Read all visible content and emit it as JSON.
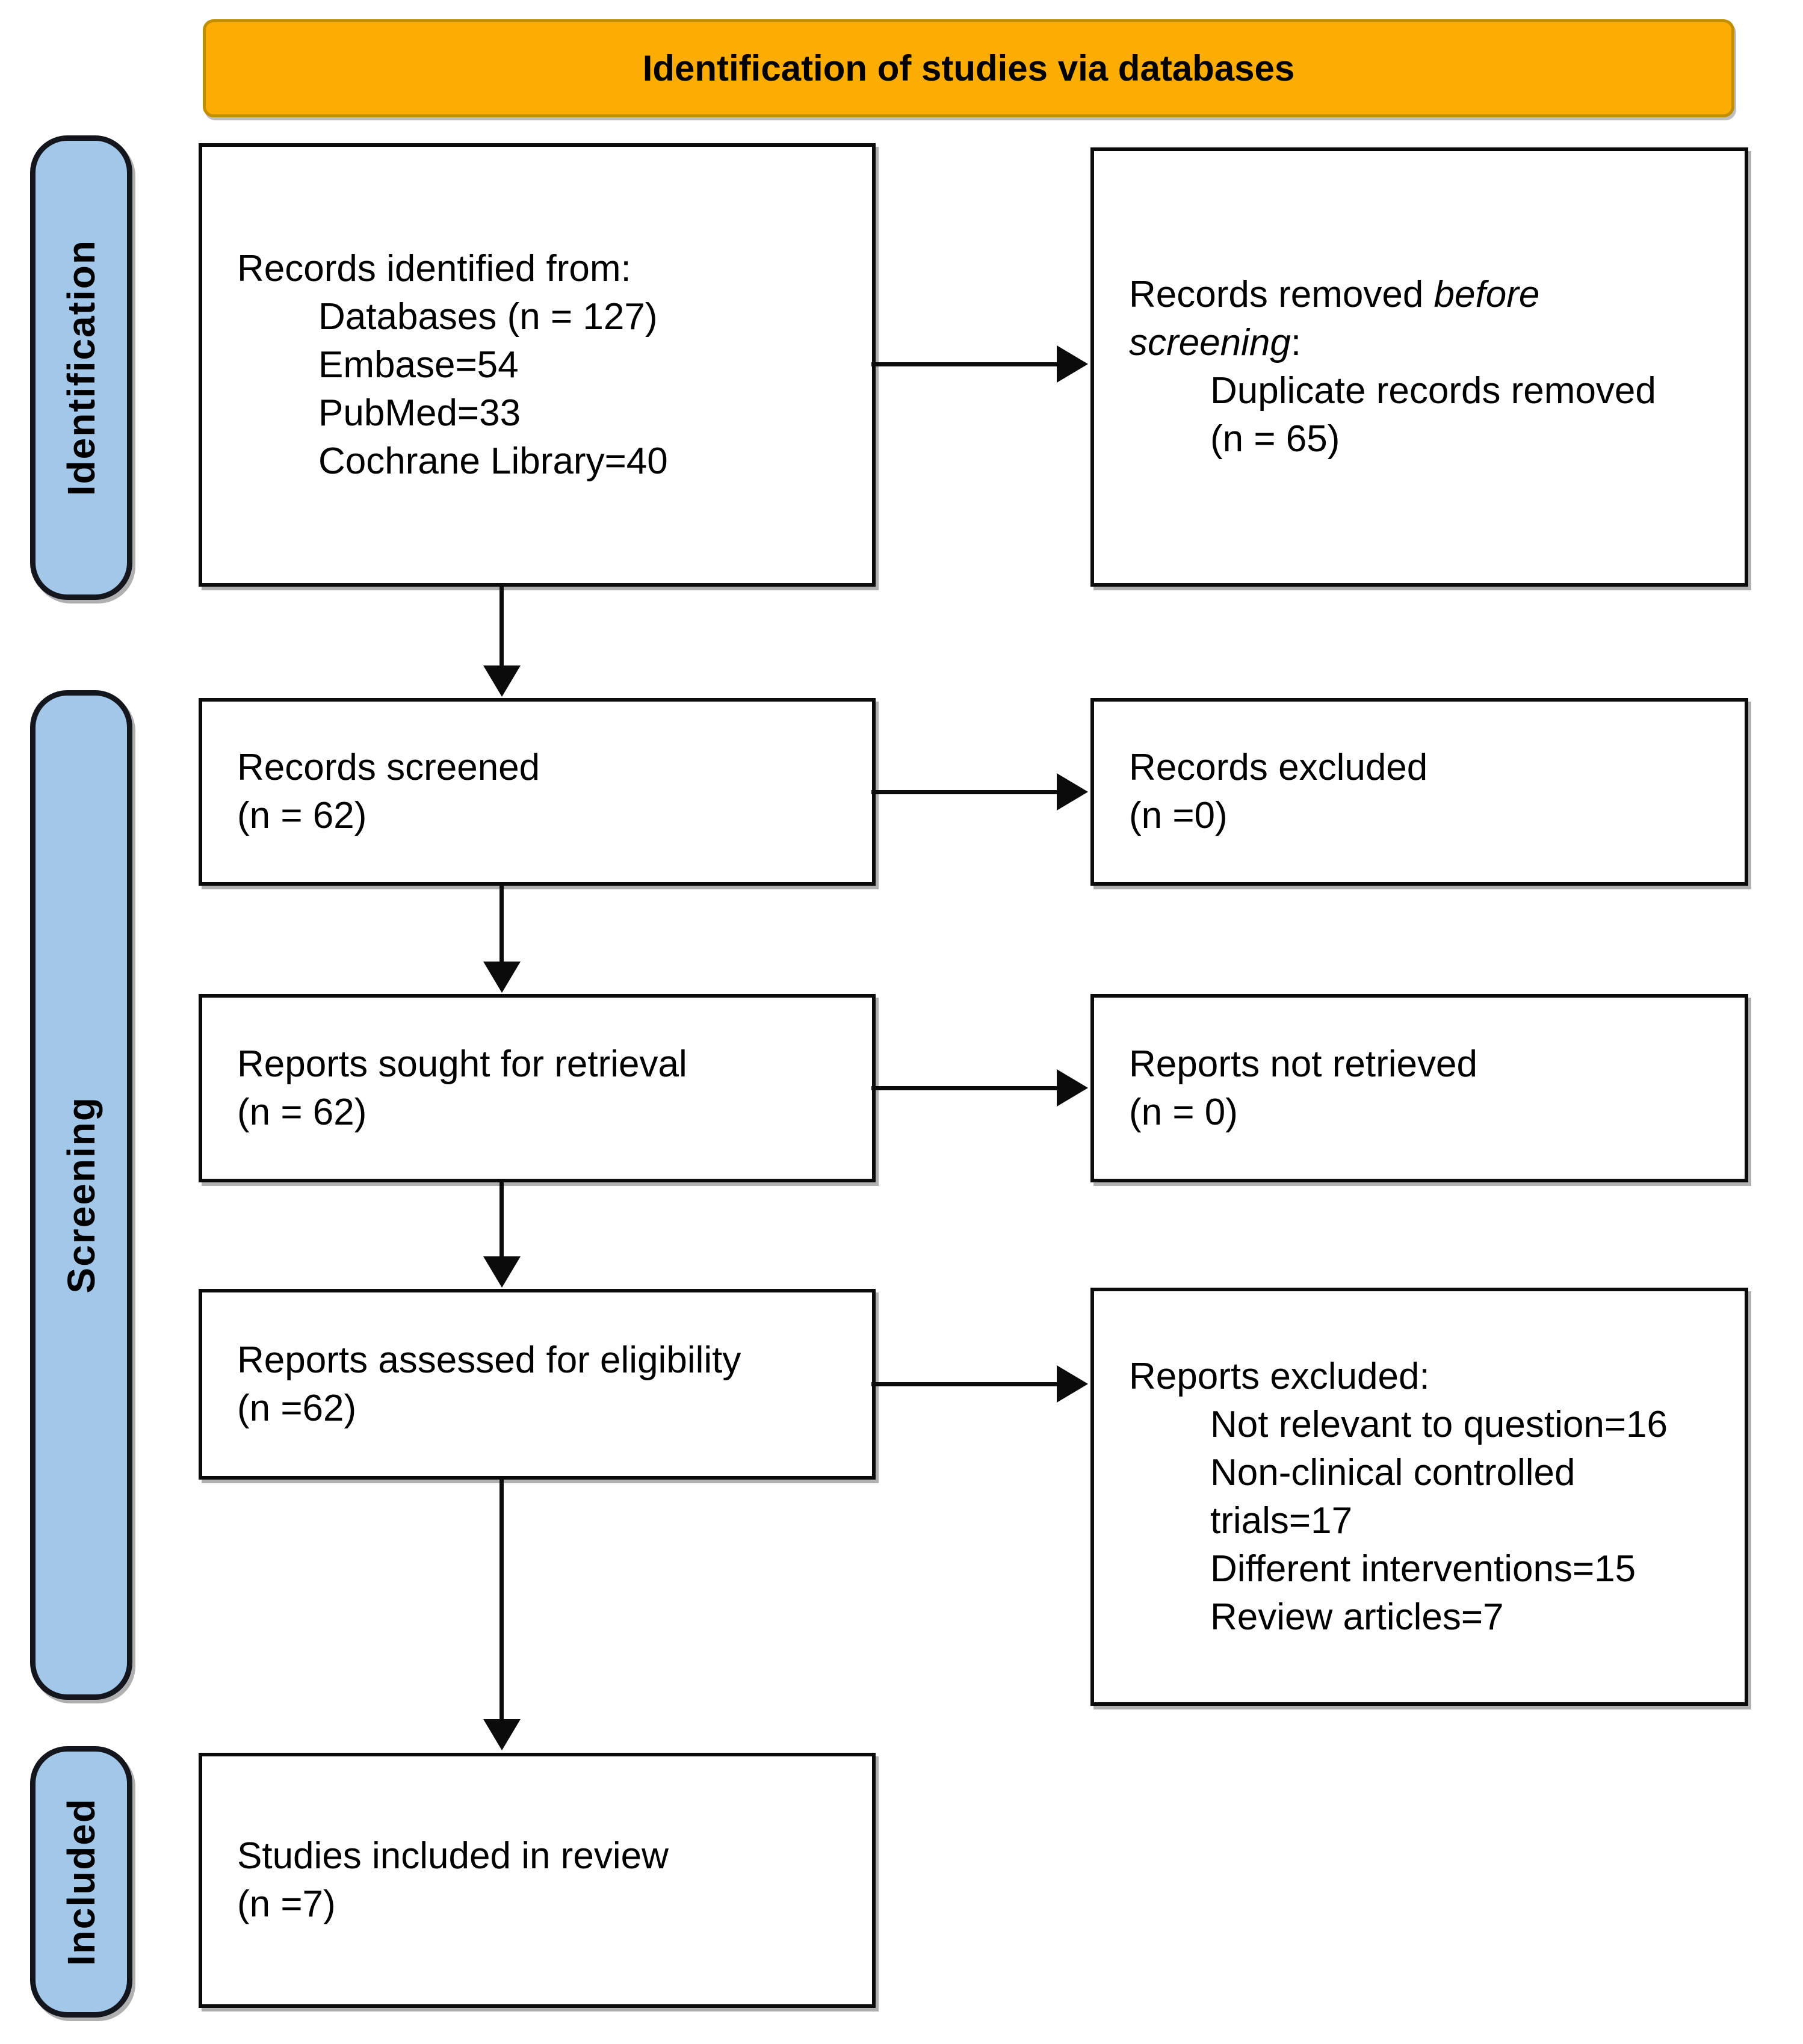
{
  "banner": {
    "label": "Identification of studies via databases"
  },
  "stages": {
    "identification": "Identification",
    "screening": "Screening",
    "included": "Included"
  },
  "boxes": {
    "identified": {
      "title": "Records identified from:",
      "details": [
        "Databases (n = 127)",
        "Embase=54",
        "PubMed=33",
        "Cochrane Library=40"
      ]
    },
    "removed": {
      "line1_prefix": "Records removed ",
      "line1_italic": "before",
      "line2_italic": "screening",
      "line2_suffix": ":",
      "details": [
        "Duplicate records removed",
        "(n = 65)"
      ]
    },
    "screened": {
      "line1": "Records screened",
      "line2": "(n = 62)"
    },
    "records_excluded": {
      "line1": "Records excluded",
      "line2": "(n =0)"
    },
    "sought": {
      "line1": "Reports sought for retrieval",
      "line2": "(n = 62)"
    },
    "not_retrieved": {
      "line1": "Reports not retrieved",
      "line2": "(n = 0)"
    },
    "assessed": {
      "line1": "Reports assessed for eligibility",
      "line2": "(n =62)"
    },
    "reports_excluded": {
      "title": "Reports excluded:",
      "details": [
        "Not relevant to question=16",
        "Non-clinical controlled",
        "trials=17",
        "Different interventions=15",
        "Review articles=7"
      ]
    },
    "included_review": {
      "line1": "Studies included in review",
      "line2": "(n =7)"
    }
  },
  "colors": {
    "banner_fill": "#FBAD03",
    "banner_border": "#C18E00",
    "stage_fill": "#A3C7E8",
    "box_border": "#0b0b0b",
    "arrow": "#0b0b0b"
  }
}
